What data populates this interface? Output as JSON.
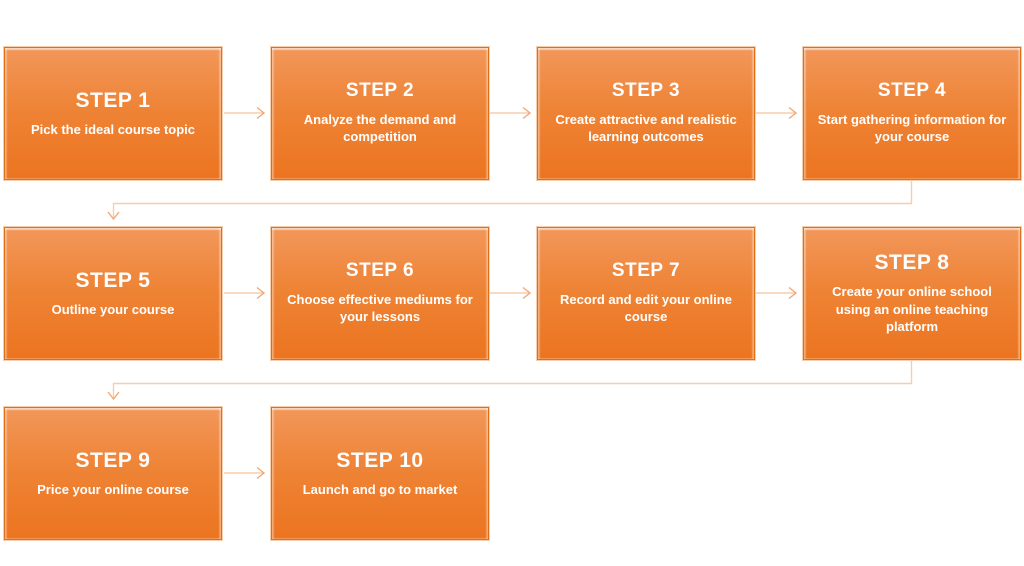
{
  "diagram": {
    "kind": "process-flowchart",
    "subject": "Steps to create and launch an online course",
    "flow_sequence": [
      "STEP 1",
      "STEP 2",
      "STEP 3",
      "STEP 4",
      "STEP 5",
      "STEP 6",
      "STEP 7",
      "STEP 8",
      "STEP 9",
      "STEP 10"
    ],
    "row_breaks_after_steps": [
      4,
      8
    ]
  },
  "steps": [
    {
      "title": "STEP 1",
      "description": "Pick the ideal course topic"
    },
    {
      "title": "STEP 2",
      "description": "Analyze the demand and competition"
    },
    {
      "title": "STEP 3",
      "description": "Create attractive and realistic learning outcomes"
    },
    {
      "title": "STEP 4",
      "description": "Start gathering information for your course"
    },
    {
      "title": "STEP 5",
      "description": "Outline your course"
    },
    {
      "title": "STEP 6",
      "description": "Choose effective mediums for your lessons"
    },
    {
      "title": "STEP 7",
      "description": "Record and edit your online course"
    },
    {
      "title": "STEP 8",
      "description": "Create your online school using an online teaching platform"
    },
    {
      "title": "STEP 9",
      "description": "Price your online course"
    },
    {
      "title": "STEP 10",
      "description": "Launch and go to market"
    }
  ],
  "colors": {
    "background": "#FFFFFF",
    "box_gradient_top": "#F2975A",
    "box_gradient_bottom": "#EC7420",
    "box_border": "#E07018",
    "box_text": "#FFFFFF",
    "connector_line": "#F7CDAC",
    "connector_head": "#F0A878"
  }
}
